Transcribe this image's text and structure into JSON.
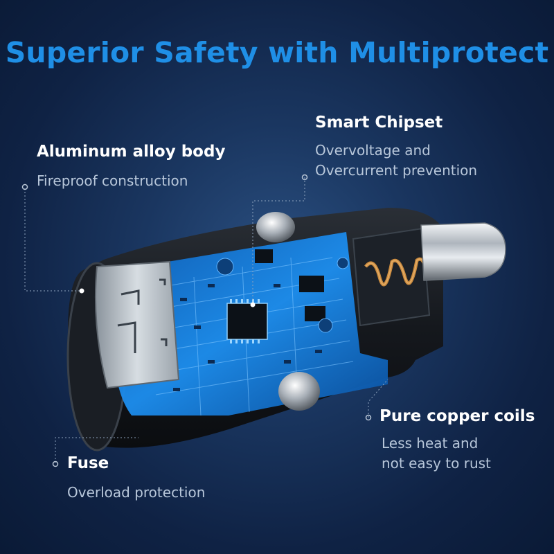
{
  "headline": "Superior Safety with Multiprotect",
  "features": {
    "smart_chipset": {
      "title": "Smart Chipset",
      "desc": [
        "Overvoltage and",
        "Overcurrent prevention"
      ]
    },
    "aluminum_body": {
      "title": "Aluminum alloy body",
      "desc": [
        "Fireproof construction"
      ]
    },
    "copper_coils": {
      "title": "Pure copper coils",
      "desc": [
        "Less heat and",
        "not easy to rust"
      ]
    },
    "fuse": {
      "title": "Fuse",
      "desc": [
        "Overload protection"
      ]
    }
  },
  "colors": {
    "headline": "#1f8fe6",
    "background": "#1a3660",
    "circuit": "#1e88e5",
    "coil": "#c98a3e"
  }
}
